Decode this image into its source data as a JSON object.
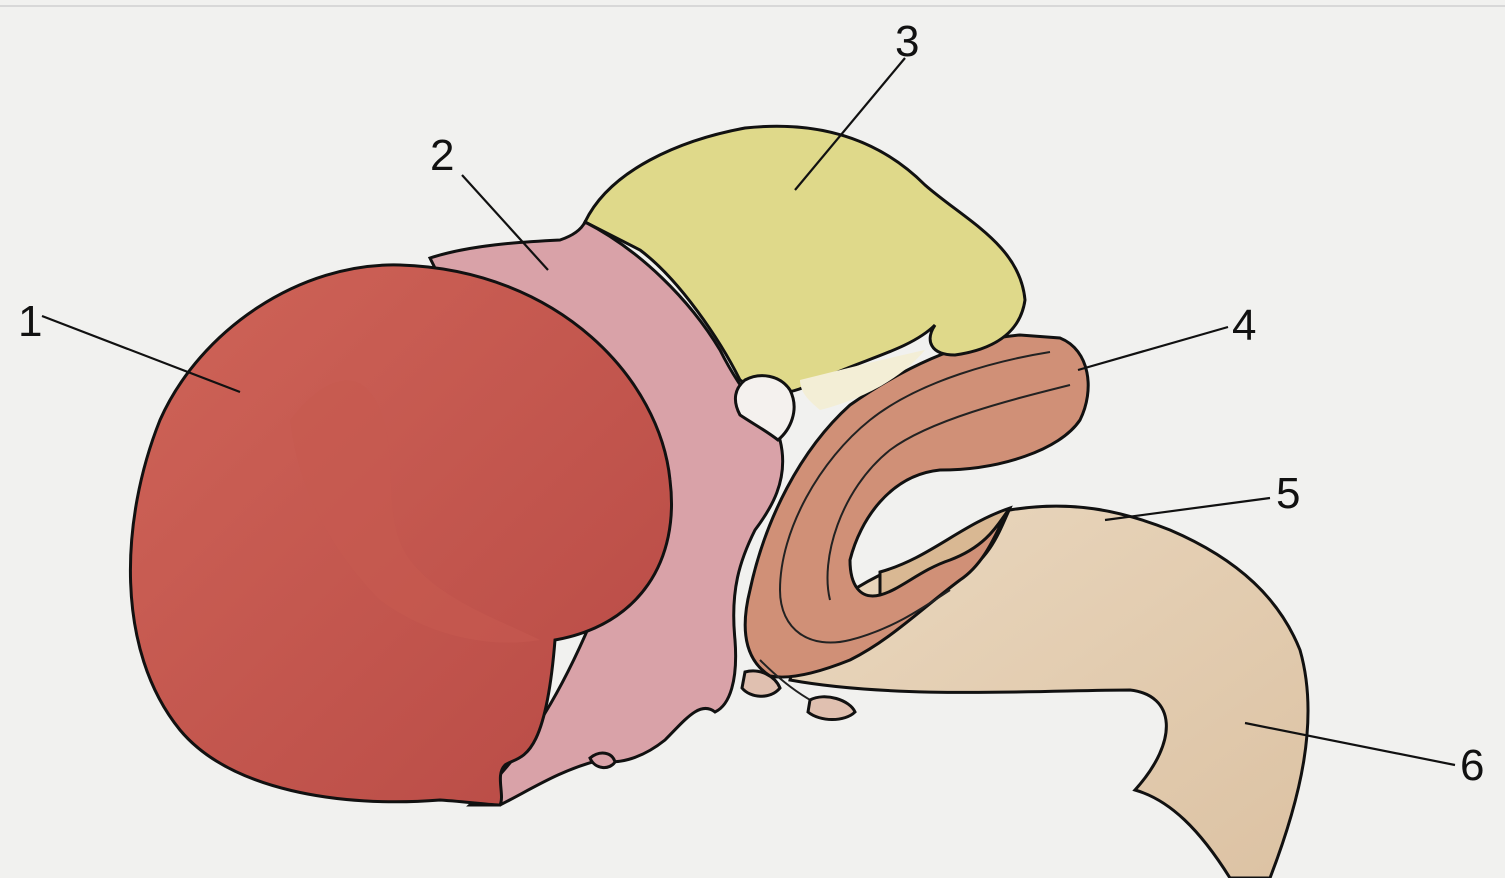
{
  "labels": [
    {
      "id": "1",
      "text": "1"
    },
    {
      "id": "2",
      "text": "2"
    },
    {
      "id": "3",
      "text": "3"
    },
    {
      "id": "4",
      "text": "4"
    },
    {
      "id": "5",
      "text": "5"
    },
    {
      "id": "6",
      "text": "6"
    }
  ],
  "colors": {
    "background": "#f1f1ef",
    "part_1": "#c8564d",
    "part_2": "#d9a2a8",
    "part_3": "#dfd98a",
    "part_4": "#d19478",
    "part_5": "#dbbf9c",
    "part_6": "#e4cdb0",
    "outline": "#111111"
  }
}
